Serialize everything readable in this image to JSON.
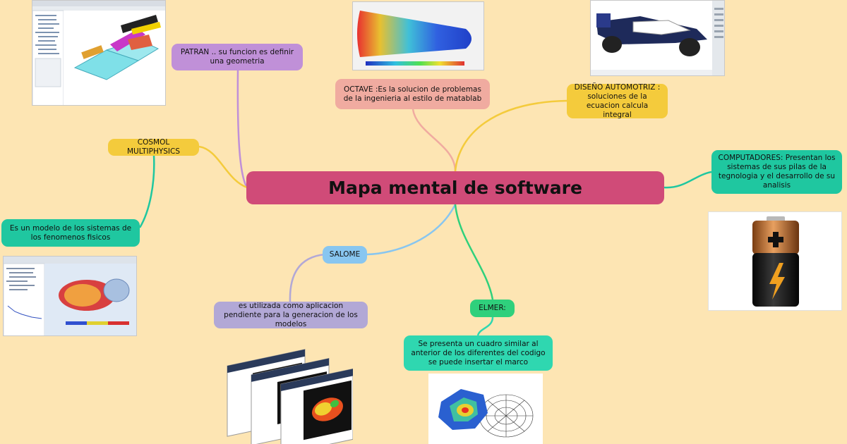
{
  "central": {
    "label": "Mapa mental de software",
    "color": "#d04b78"
  },
  "nodes": {
    "patran": {
      "label": "PATRAN .. su funcion es definir una geometria",
      "color": "#c090d8"
    },
    "octave": {
      "label": "OCTAVE :Es la solucion de problemas de la ingenieria al estilo de matablab",
      "color": "#f0aba0"
    },
    "diseno": {
      "label": "DISEÑO AUTOMOTRIZ : soluciones de la ecuacion calcula integral",
      "color": "#f4cb3c"
    },
    "cosmol": {
      "label": "COSMOL MULTIPHYSICS",
      "color": "#f4cb3c"
    },
    "computadores": {
      "label": "COMPUTADORES: Presentan los sistemas de sus pilas de la tegnologia y el desarrollo de su analisis",
      "color": "#1fc7a0"
    },
    "modelo": {
      "label": "Es un modelo de los sistemas de los fenomenos fisicos",
      "color": "#1fc7a0"
    },
    "salome": {
      "label": "SALOME",
      "color": "#88c6f0"
    },
    "utilizada": {
      "label": "es utilizada como aplicacion pendiente para la generacion de los modelos",
      "color": "#b2a8d6"
    },
    "elmer": {
      "label": "ELMER:",
      "color": "#2fd07c"
    },
    "cuadro": {
      "label": "Se presenta un cuadro similar al anterior de los diferentes del codigo se puede insertar el marco",
      "color": "#2fd7b0"
    }
  },
  "link_colors": {
    "patran": "#c090d8",
    "octave": "#f0aba0",
    "diseno": "#f4cb3c",
    "cosmol": "#f4cb3c",
    "computadores": "#1fc7a0",
    "salome": "#88c6f0",
    "elmer": "#2fd07c"
  }
}
